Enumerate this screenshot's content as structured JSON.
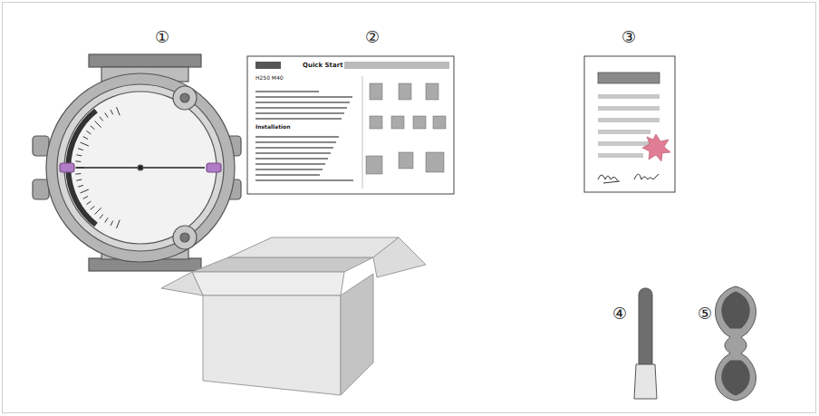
{
  "diagram": {
    "labels": [
      "①",
      "②",
      "③",
      "④",
      "⑤",
      "Quick Start",
      "H250 M40",
      "Installation"
    ]
  }
}
